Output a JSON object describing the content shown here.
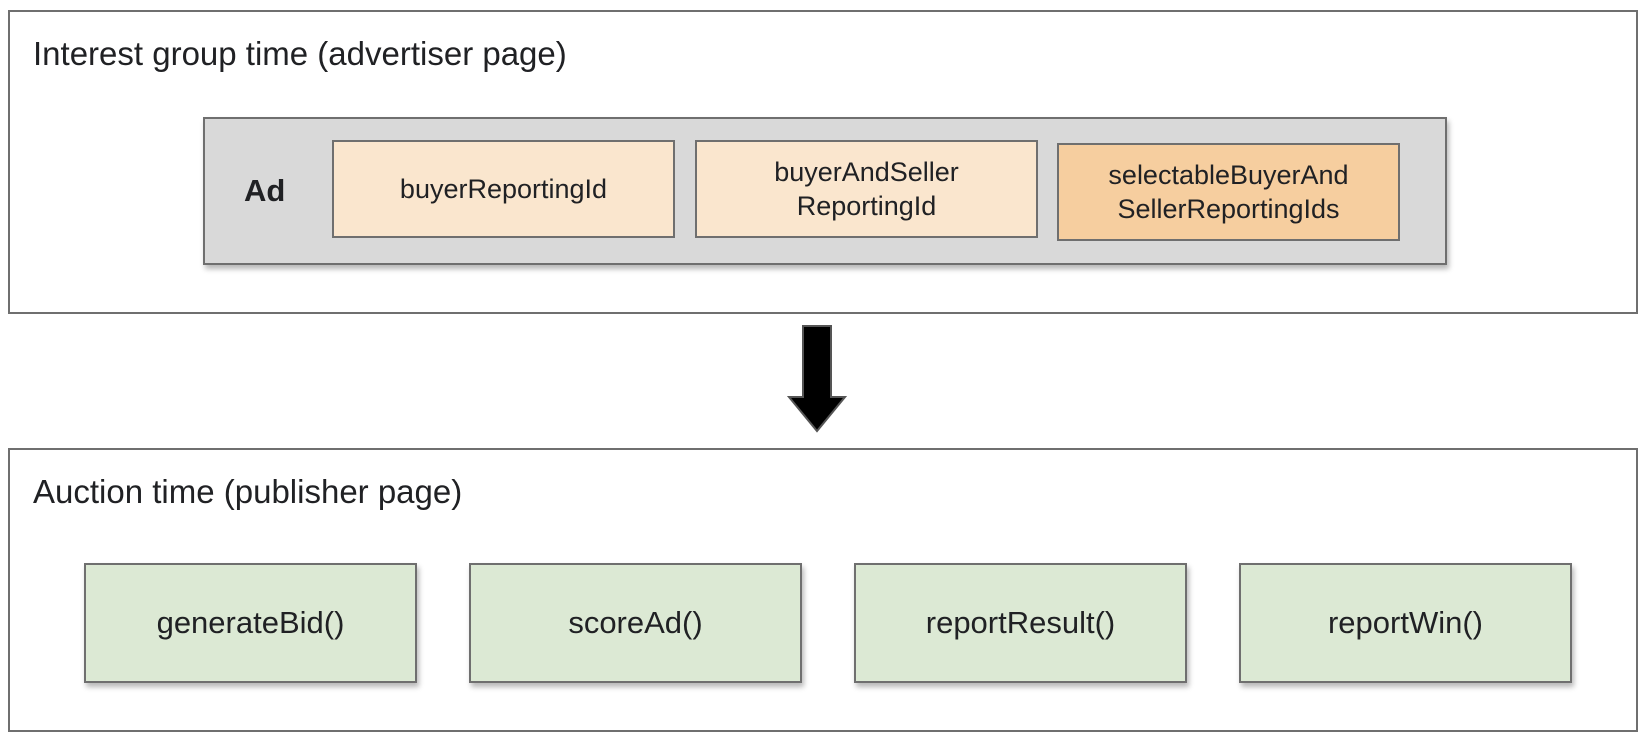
{
  "interest_group": {
    "title": "Interest group time (advertiser page)",
    "ad_label": "Ad",
    "fields": [
      {
        "line1": "buyerReportingId",
        "line2": ""
      },
      {
        "line1": "buyerAndSeller",
        "line2": "ReportingId"
      },
      {
        "line1": "selectableBuyerAnd",
        "line2": "SellerReportingIds"
      }
    ]
  },
  "auction": {
    "title": "Auction time (publisher page)",
    "functions": [
      "generateBid()",
      "scoreAd()",
      "reportResult()",
      "reportWin()"
    ]
  },
  "colors": {
    "field_light": "#fae6ce",
    "field_highlight": "#f6ce9f",
    "function_box": "#dce9d4",
    "ad_container": "#d9d9d9",
    "arrow": "#000000"
  }
}
